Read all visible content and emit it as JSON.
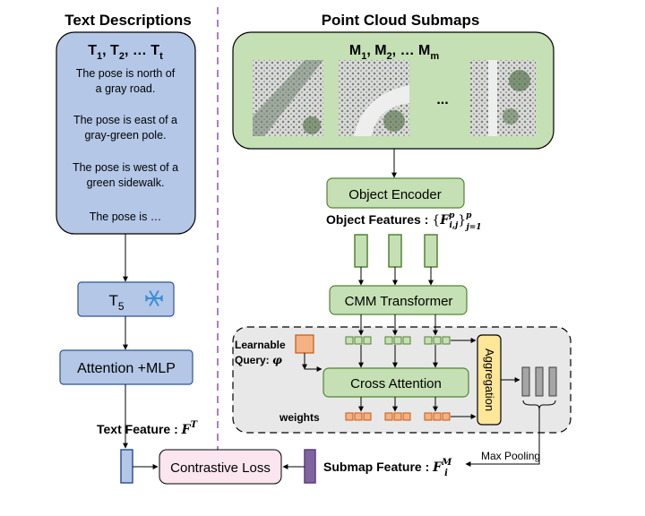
{
  "text_branch": {
    "heading": "Text  Descriptions",
    "token_header": {
      "base": "T",
      "subs": [
        "1",
        "2",
        "t"
      ],
      "ellipsis": "…"
    },
    "descriptions": [
      [
        "The pose is north of",
        "a gray road."
      ],
      [
        "The pose is east of a",
        "gray-green pole."
      ],
      [
        "The pose is west of a",
        "green sidewalk."
      ],
      [
        "The pose is …"
      ]
    ],
    "t5": {
      "base": "T",
      "sub": "5"
    },
    "attention_mlp": "Attention +MLP",
    "text_feature_label": "Text  Feature : ",
    "text_feature_math": {
      "base": "F",
      "sup": "T"
    }
  },
  "point_branch": {
    "heading": "Point Cloud Submaps",
    "submap_header": {
      "base": "M",
      "subs": [
        "1",
        "2",
        "m"
      ],
      "ellipsis": "…"
    },
    "more": "...",
    "object_encoder": "Object Encoder",
    "object_features_label": "Object  Features : ",
    "object_features_math": {
      "open": "{",
      "base": "F",
      "sup": "p",
      "sub": "i,j",
      "close": "}",
      "outer_sub": "j=1",
      "outer_sup": "p"
    },
    "cmm_transformer": "CMM Transformer",
    "learnable_query": "Learnable",
    "query_label": "Query: ",
    "query_symbol": "φ",
    "cross_attention": "Cross  Attention",
    "weights": "weights",
    "aggregation": "Aggregation",
    "max_pooling": "Max Pooling",
    "submap_feature_label": "Submap Feature : ",
    "submap_feature_math": {
      "base": "F",
      "sup": "M",
      "sub": "i"
    }
  },
  "loss": {
    "label": "Contrastive Loss"
  },
  "icons": {
    "frozen": "snowflake-icon"
  },
  "colors": {
    "blue_fill": "#b4c7e7",
    "blue_stroke": "#2f5597",
    "green_fill": "#c5e0b4",
    "green_stroke": "#548235",
    "orange_fill": "#f4b183",
    "orange_stroke": "#c55a11",
    "yellow_fill": "#ffe699",
    "gray_fill": "#a6a6a6",
    "pink_fill": "#fbe5ee",
    "purple_fill": "#8064a2",
    "divider": "#b07cc6",
    "snowflake": "#3a8fd6"
  }
}
